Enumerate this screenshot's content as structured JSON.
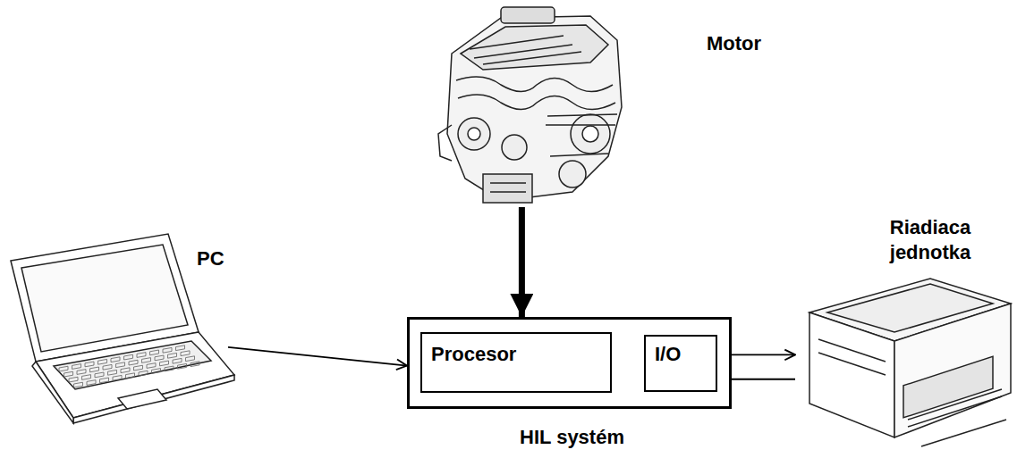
{
  "diagram": {
    "nodes": [
      {
        "text": [
          "Motor"
        ]
      },
      {
        "text": [
          "PC"
        ]
      },
      {
        "text": [
          "Riadiaca jednotka"
        ]
      },
      {
        "text": [
          "HIL systém"
        ]
      },
      {
        "text": [
          "Procesor"
        ],
        "in": 3
      },
      {
        "text": [
          "I/O"
        ],
        "in": 3
      }
    ],
    "edges": [
      {
        "from": 0,
        "to": 3,
        "arrow": "to"
      },
      {
        "from": 1,
        "to": 3,
        "arrow": "to"
      },
      {
        "from": 4,
        "to": 5,
        "arrow": "both"
      },
      {
        "from": 5,
        "to": 2,
        "arrow": "to"
      },
      {
        "from": 2,
        "to": 5,
        "arrow": "to"
      }
    ]
  }
}
